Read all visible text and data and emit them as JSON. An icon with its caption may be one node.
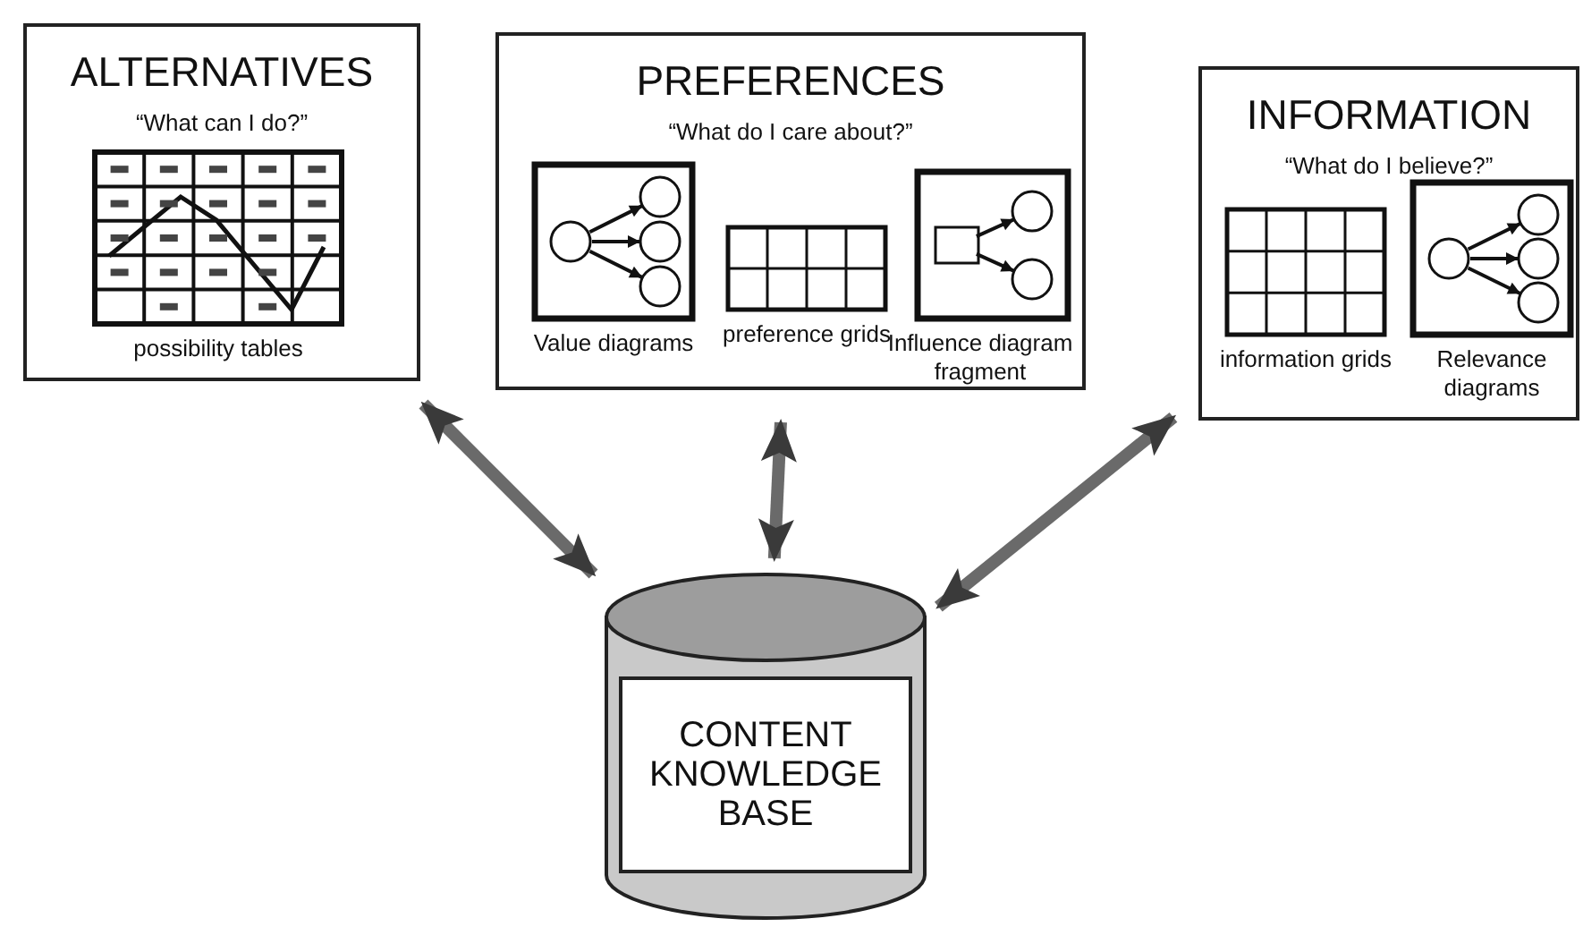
{
  "diagram": {
    "nodes": [
      {
        "text": [
          "ALTERNATIVES",
          "“What can I do?”"
        ]
      },
      {
        "text": [],
        "shape": "picture",
        "in": 0,
        "beside": [
          "possibility tables"
        ]
      },
      {
        "text": [
          "PREFERENCES",
          "“What do I care about?”"
        ]
      },
      {
        "text": [],
        "shape": "picture",
        "in": 2,
        "beside": [
          "Value diagrams"
        ]
      },
      {
        "text": [],
        "shape": "picture",
        "in": 2,
        "beside": [
          "preference grids"
        ]
      },
      {
        "text": [],
        "shape": "picture",
        "in": 2,
        "beside": [
          "Influence diagram fragment"
        ]
      },
      {
        "text": [
          "INFORMATION",
          "“What do I believe?”"
        ]
      },
      {
        "text": [],
        "shape": "picture",
        "in": 6,
        "beside": [
          "information grids"
        ]
      },
      {
        "text": [],
        "shape": "picture",
        "in": 6,
        "beside": [
          "Relevance diagrams"
        ]
      },
      {
        "text": [
          "CONTENT KNOWLEDGE BASE"
        ]
      }
    ],
    "edges": [
      {
        "from": 0,
        "to": 9,
        "arrow": "both"
      },
      {
        "from": 2,
        "to": 9,
        "arrow": "both"
      },
      {
        "from": 6,
        "to": 9,
        "arrow": "both"
      }
    ]
  }
}
